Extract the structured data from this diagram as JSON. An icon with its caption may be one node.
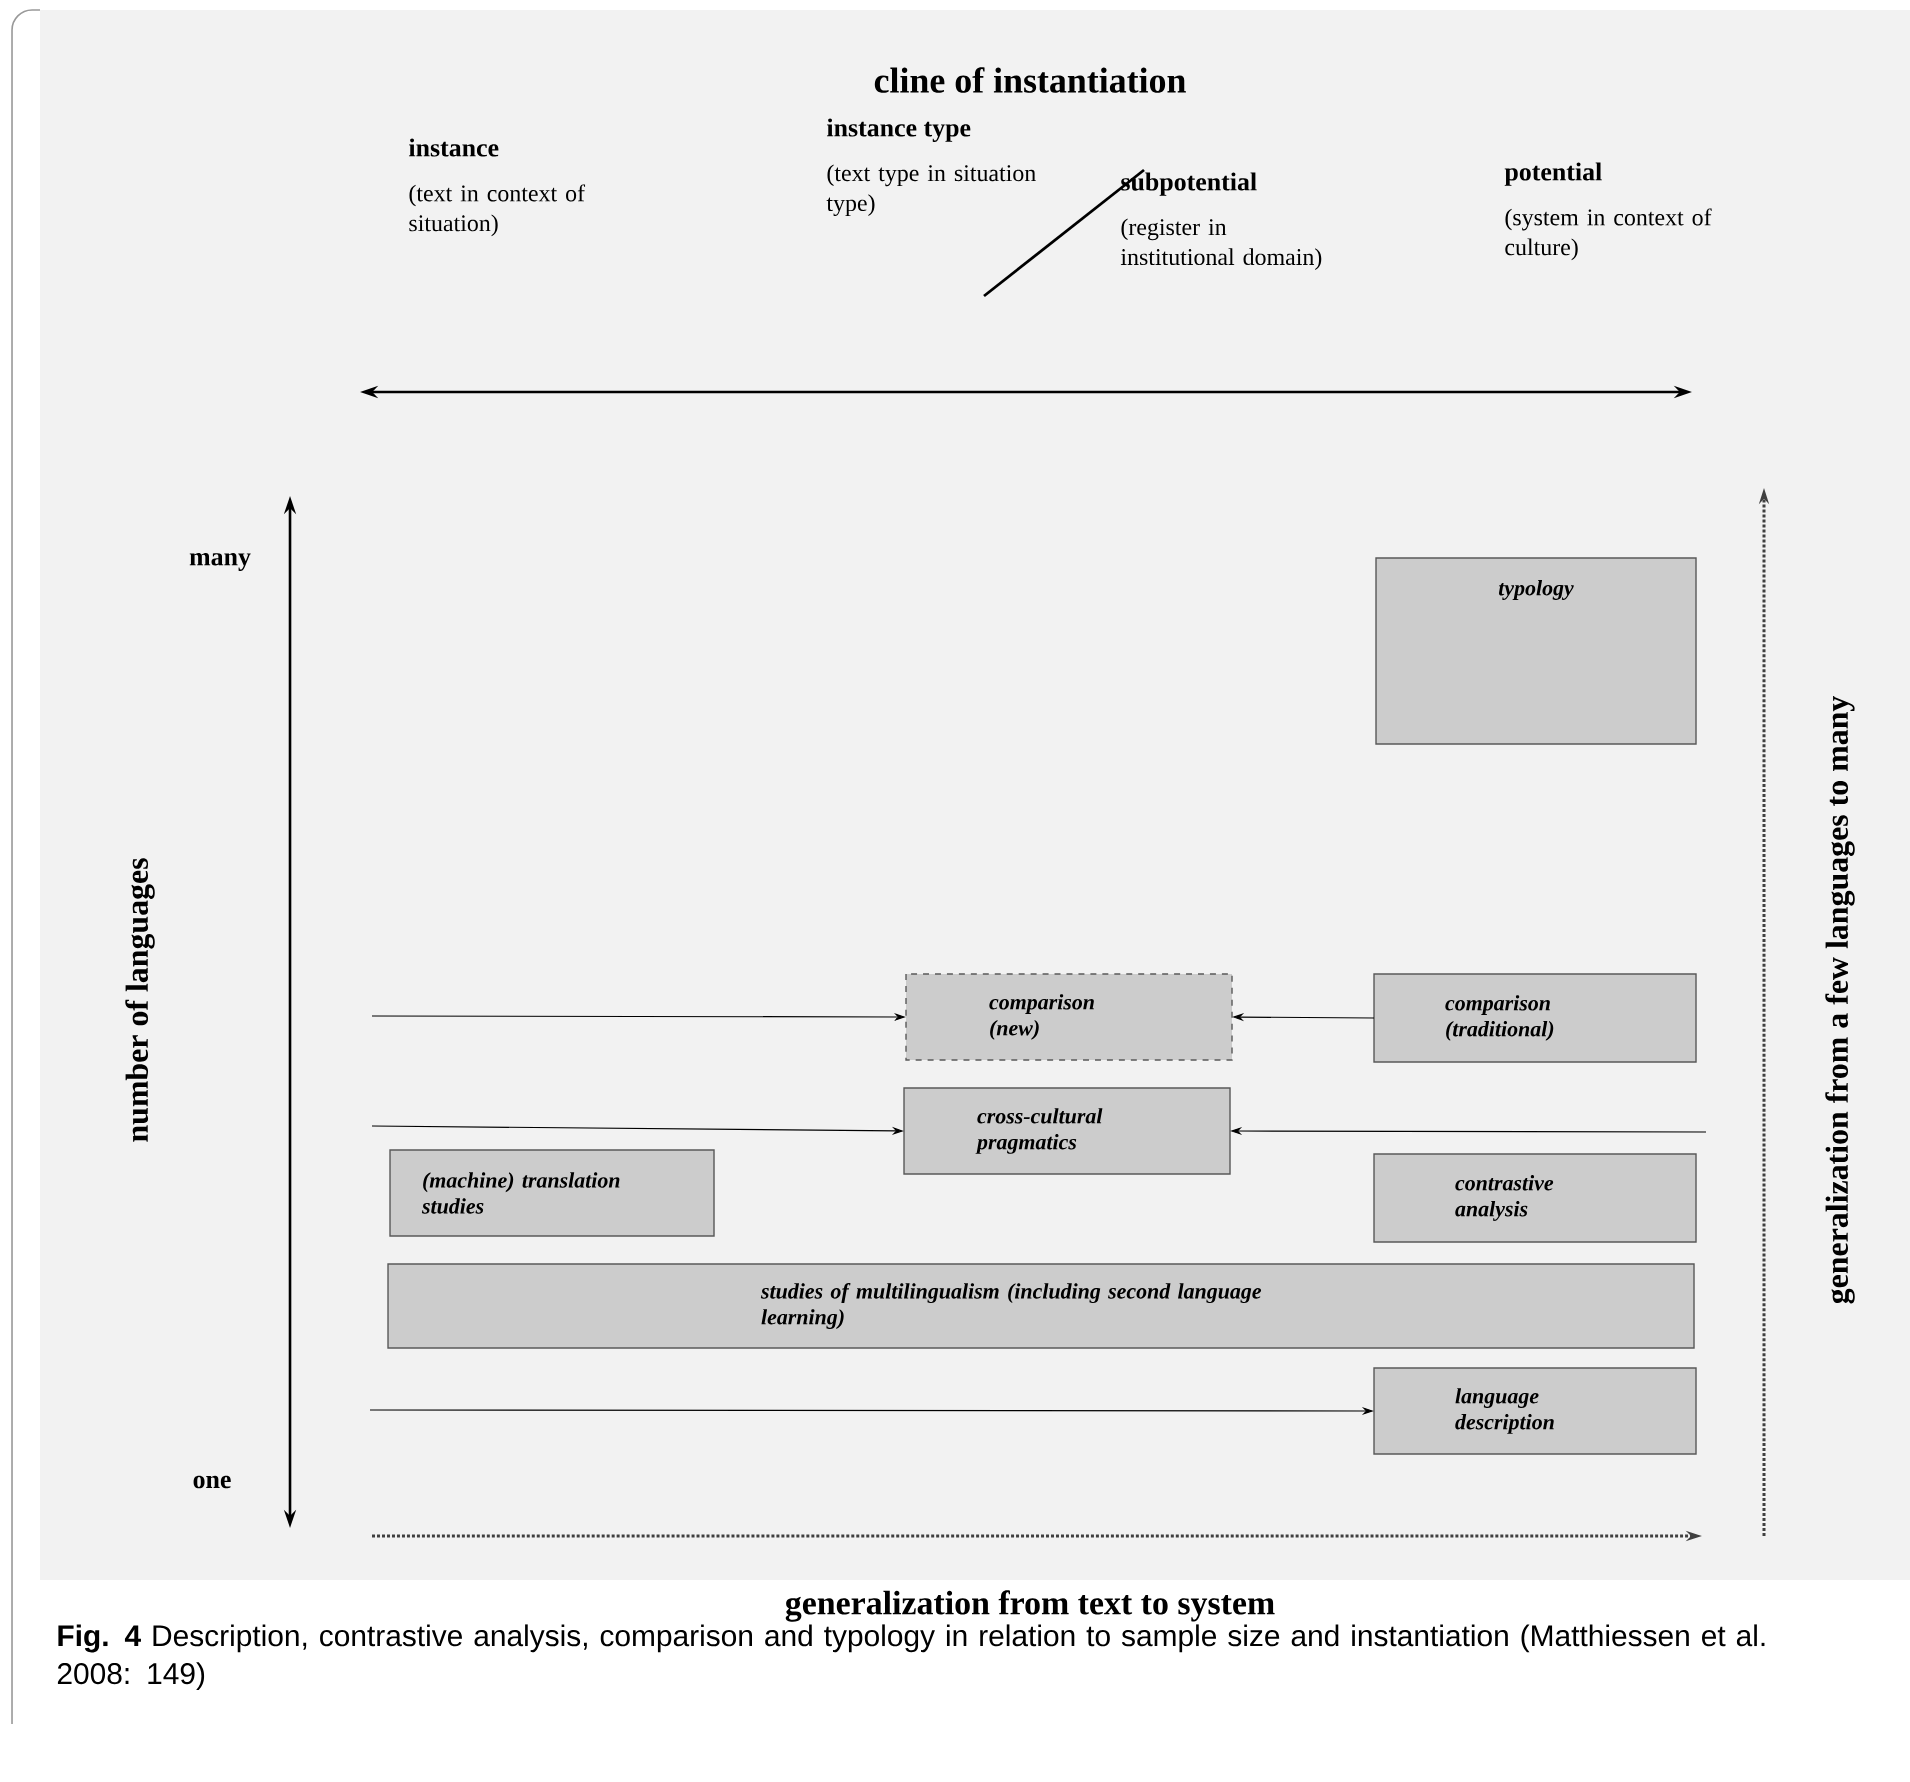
{
  "diagram": {
    "title": "cline of instantiation",
    "caption": "**Fig. 4** Description, contrastive analysis, comparison and typology in relation to sample size and instantiation (Matthiessen et al. 2008: 149)",
    "nodes": [
      {
        "text": [
          "typology"
        ]
      },
      {
        "text": [
          "comparison (new)"
        ]
      },
      {
        "text": [
          "comparison (traditional)"
        ]
      },
      {
        "text": [
          "cross-cultural pragmatics"
        ]
      },
      {
        "text": [
          "(machine) translation studies"
        ]
      },
      {
        "text": [
          "contrastive analysis"
        ]
      },
      {
        "text": [
          "studies of multilingualism (including second language learning)"
        ]
      },
      {
        "text": [
          "language description"
        ]
      }
    ],
    "edges": [
      {
        "from": null,
        "to": 1,
        "arrow": "to"
      },
      {
        "from": 2,
        "to": 1,
        "arrow": "to"
      },
      {
        "from": null,
        "to": 3,
        "arrow": "to"
      },
      {
        "from": null,
        "to": 3,
        "arrow": "to"
      },
      {
        "from": null,
        "to": 7,
        "arrow": "to"
      }
    ],
    "labels": [
      "instance",
      "(text in context of situation)",
      "instance type",
      "(text type in situation type)",
      "subpotential",
      "(register in institutional domain)",
      "potential",
      "(system in context of culture)",
      "many",
      "number of languages",
      "one",
      "generalization from a few languages to many",
      "generalization from text to system"
    ]
  }
}
